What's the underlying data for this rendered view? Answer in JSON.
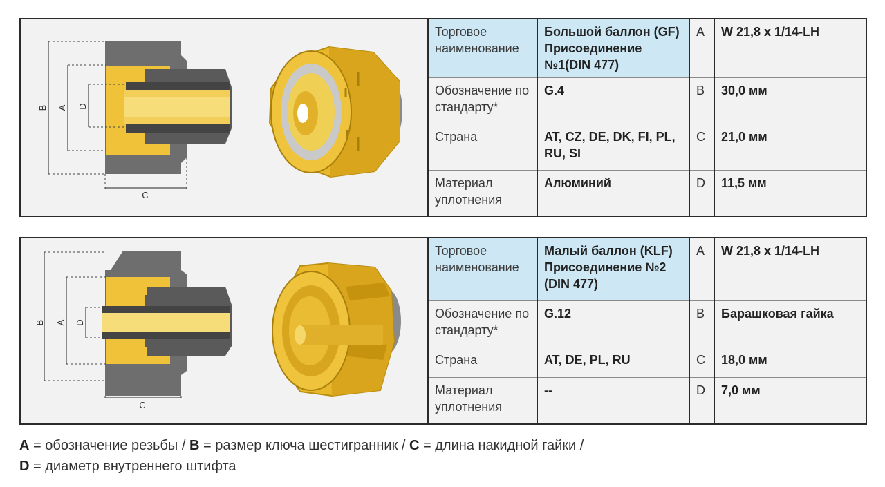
{
  "panels": [
    {
      "rows": [
        {
          "label": "Торговое наименование",
          "value": "Большой баллон (GF) Присоединение №1(DIN 477)",
          "letter": "A",
          "dim": "W 21,8 x 1/14-LH"
        },
        {
          "label": "Обозначение по стандарту*",
          "value": "G.4",
          "letter": "B",
          "dim": "30,0 мм"
        },
        {
          "label": "Страна",
          "value": "AT, CZ, DE, DK, FI, PL, RU, SI",
          "letter": "C",
          "dim": "21,0 мм"
        },
        {
          "label": "Материал уплотнения",
          "value": "Алюминий",
          "letter": "D",
          "dim": "11,5 мм"
        }
      ]
    },
    {
      "rows": [
        {
          "label": "Торговое наименование",
          "value": "Малый баллон (KLF) Присоединение №2 (DIN 477)",
          "letter": "A",
          "dim": "W 21,8 x 1/14-LH"
        },
        {
          "label": "Обозначение по стандарту*",
          "value": "G.12",
          "letter": "B",
          "dim": "Барашковая гайка"
        },
        {
          "label": "Страна",
          "value": "AT, DE, PL, RU",
          "letter": "C",
          "dim": "18,0 мм"
        },
        {
          "label": "Материал уплотнения",
          "value": "--",
          "letter": "D",
          "dim": "7,0 мм"
        }
      ]
    }
  ],
  "drawing_labels": {
    "b": "B",
    "a": "A",
    "d": "D",
    "c": "C"
  },
  "legend": {
    "line1": {
      "a_key": "A",
      "a_text": " = обозначение резьбы / ",
      "b_key": "B",
      "b_text": " = размер ключа шестигранник / ",
      "c_key": "C",
      "c_text": " = длина накидной гайки /"
    },
    "line2": {
      "d_key": "D",
      "d_text": " = диаметр внутреннего штифта"
    }
  },
  "colors": {
    "brass": "#e8b82a",
    "steel": "#6e6e6e",
    "header_blue": "#cde8f4",
    "border": "#2b2b2b"
  }
}
